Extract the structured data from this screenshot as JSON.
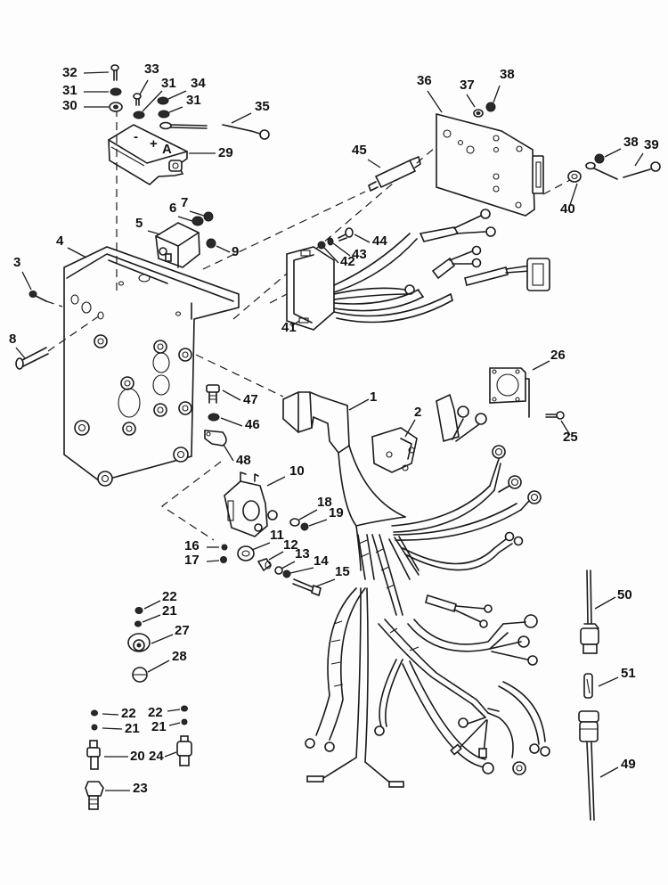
{
  "diagram": {
    "title": "",
    "description": "Exploded parts diagram: electrical plate, components and main wiring harness",
    "callouts": [
      {
        "id": "c1",
        "label": "1",
        "part": "wiring-harness"
      },
      {
        "id": "c2",
        "label": "2",
        "part": "retainer-bracket"
      },
      {
        "id": "c3",
        "label": "3",
        "part": "screw"
      },
      {
        "id": "c4",
        "label": "4",
        "part": "electrical-plate"
      },
      {
        "id": "c5",
        "label": "5",
        "part": "relay"
      },
      {
        "id": "c6",
        "label": "6",
        "part": "washer"
      },
      {
        "id": "c7",
        "label": "7",
        "part": "nut"
      },
      {
        "id": "c8",
        "label": "8",
        "part": "bolt"
      },
      {
        "id": "c9",
        "label": "9",
        "part": "nut"
      },
      {
        "id": "c10",
        "label": "10",
        "part": "starter-solenoid"
      },
      {
        "id": "c11",
        "label": "11",
        "part": "boot"
      },
      {
        "id": "c12",
        "label": "12",
        "part": "spacer"
      },
      {
        "id": "c13",
        "label": "13",
        "part": "washer"
      },
      {
        "id": "c14",
        "label": "14",
        "part": "nut"
      },
      {
        "id": "c15",
        "label": "15",
        "part": "bolt"
      },
      {
        "id": "c16",
        "label": "16",
        "part": "washer"
      },
      {
        "id": "c17",
        "label": "17",
        "part": "nut"
      },
      {
        "id": "c18",
        "label": "18",
        "part": "washer"
      },
      {
        "id": "c19",
        "label": "19",
        "part": "nut"
      },
      {
        "id": "c20",
        "label": "20",
        "part": "sender"
      },
      {
        "id": "c21a",
        "label": "21",
        "part": "lockwasher"
      },
      {
        "id": "c22a",
        "label": "22",
        "part": "nut"
      },
      {
        "id": "c21b",
        "label": "21",
        "part": "lockwasher"
      },
      {
        "id": "c22b",
        "label": "22",
        "part": "nut"
      },
      {
        "id": "c21c",
        "label": "21",
        "part": "lockwasher"
      },
      {
        "id": "c22c",
        "label": "22",
        "part": "nut"
      },
      {
        "id": "c23",
        "label": "23",
        "part": "adaptor"
      },
      {
        "id": "c24",
        "label": "24",
        "part": "switch"
      },
      {
        "id": "c25",
        "label": "25",
        "part": "screw"
      },
      {
        "id": "c26",
        "label": "26",
        "part": "gasket-plate"
      },
      {
        "id": "c27",
        "label": "27",
        "part": "sender"
      },
      {
        "id": "c28",
        "label": "28",
        "part": "fitting"
      },
      {
        "id": "c29",
        "label": "29",
        "part": "rectifier"
      },
      {
        "id": "c30",
        "label": "30",
        "part": "washer"
      },
      {
        "id": "c31a",
        "label": "31",
        "part": "lockwasher"
      },
      {
        "id": "c31b",
        "label": "31",
        "part": "lockwasher"
      },
      {
        "id": "c31c",
        "label": "31",
        "part": "lockwasher"
      },
      {
        "id": "c32",
        "label": "32",
        "part": "screw"
      },
      {
        "id": "c33",
        "label": "33",
        "part": "screw"
      },
      {
        "id": "c34",
        "label": "34",
        "part": "nut"
      },
      {
        "id": "c35",
        "label": "35",
        "part": "ground-lead"
      },
      {
        "id": "c36",
        "label": "36",
        "part": "mounting-plate"
      },
      {
        "id": "c37",
        "label": "37",
        "part": "washer"
      },
      {
        "id": "c38a",
        "label": "38",
        "part": "nut"
      },
      {
        "id": "c38b",
        "label": "38",
        "part": "nut"
      },
      {
        "id": "c39",
        "label": "39",
        "part": "lead"
      },
      {
        "id": "c40",
        "label": "40",
        "part": "grommet"
      },
      {
        "id": "c41",
        "label": "41",
        "part": "ignition-module"
      },
      {
        "id": "c42",
        "label": "42",
        "part": "nut"
      },
      {
        "id": "c43",
        "label": "43",
        "part": "lockwasher"
      },
      {
        "id": "c44",
        "label": "44",
        "part": "screw"
      },
      {
        "id": "c45",
        "label": "45",
        "part": "spacer"
      },
      {
        "id": "c46",
        "label": "46",
        "part": "lockwasher"
      },
      {
        "id": "c47",
        "label": "47",
        "part": "bolt"
      },
      {
        "id": "c48",
        "label": "48",
        "part": "j-clip"
      },
      {
        "id": "c49",
        "label": "49",
        "part": "fuse-holder-lead"
      },
      {
        "id": "c50",
        "label": "50",
        "part": "fuse-holder-lead"
      },
      {
        "id": "c51",
        "label": "51",
        "part": "fuse"
      }
    ],
    "symbols": {
      "rectifier_markings": [
        "+",
        "-",
        "A"
      ]
    }
  }
}
